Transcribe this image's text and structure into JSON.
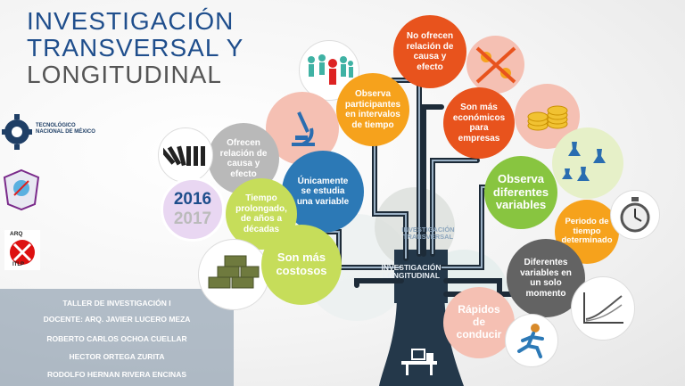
{
  "title": {
    "line1": "INVESTIGACIÓN",
    "line2a": "TRANSVERSAL",
    "line2b": "Y",
    "line3": "LONGITUDINAL"
  },
  "logos": {
    "tec_label": "TECNOLÓGICO\nNACIONAL DE MÉXICO",
    "arq_label": "ARQ",
    "itlp_label": "ITLP"
  },
  "info": {
    "line1": "TALLER DE INVESTIGACIÓN I",
    "line2": "DOCENTE: ARQ. JAVIER LUCERO MEZA",
    "line3": "ROBERTO CARLOS OCHOA CUELLAR",
    "line4": "HECTOR ORTEGA ZURITA",
    "line5": "RODOLFO HERNAN RIVERA ENCINAS"
  },
  "bubbles": {
    "no_ofrecen": "No ofrecen relación de causa y efecto",
    "observa_participantes": "Observa participantes en intervalos de tiempo",
    "son_mas_economicos": "Son más económicos para empresas",
    "ofrecen_relacion": "Ofrecen relación de causa y efecto",
    "unicamente": "Únicamente se estudia una variable",
    "observa_diferentes": "Observa diferentes variables",
    "tiempo_prolongado": "Tiempo prolongado, de años a décadas",
    "periodo": "Periodo de tiempo determinado",
    "son_mas_costosos": "Son más costosos",
    "diferentes_variables": "Diferentes variables en un solo momento",
    "rapidos": "Rápidos de conducir"
  },
  "years": {
    "top": "2016",
    "bottom": "2017"
  },
  "tree": {
    "transversal": "INVESTIGACIÓN TRANSVERSAL",
    "longitudinal": "INVESTIGACIÓN LONGITUDINAL"
  },
  "colors": {
    "pink": "#f5c0b3",
    "orange": "#f6a21c",
    "red_orange": "#e8531d",
    "blue": "#2c79b6",
    "green": "#88c540",
    "lime": "#c6dd5a",
    "light_green": "#bcd77a",
    "gray": "#b9b9b9",
    "dark_gray": "#636363",
    "yellow": "#f1c232",
    "tree_dark": "#24384a"
  }
}
